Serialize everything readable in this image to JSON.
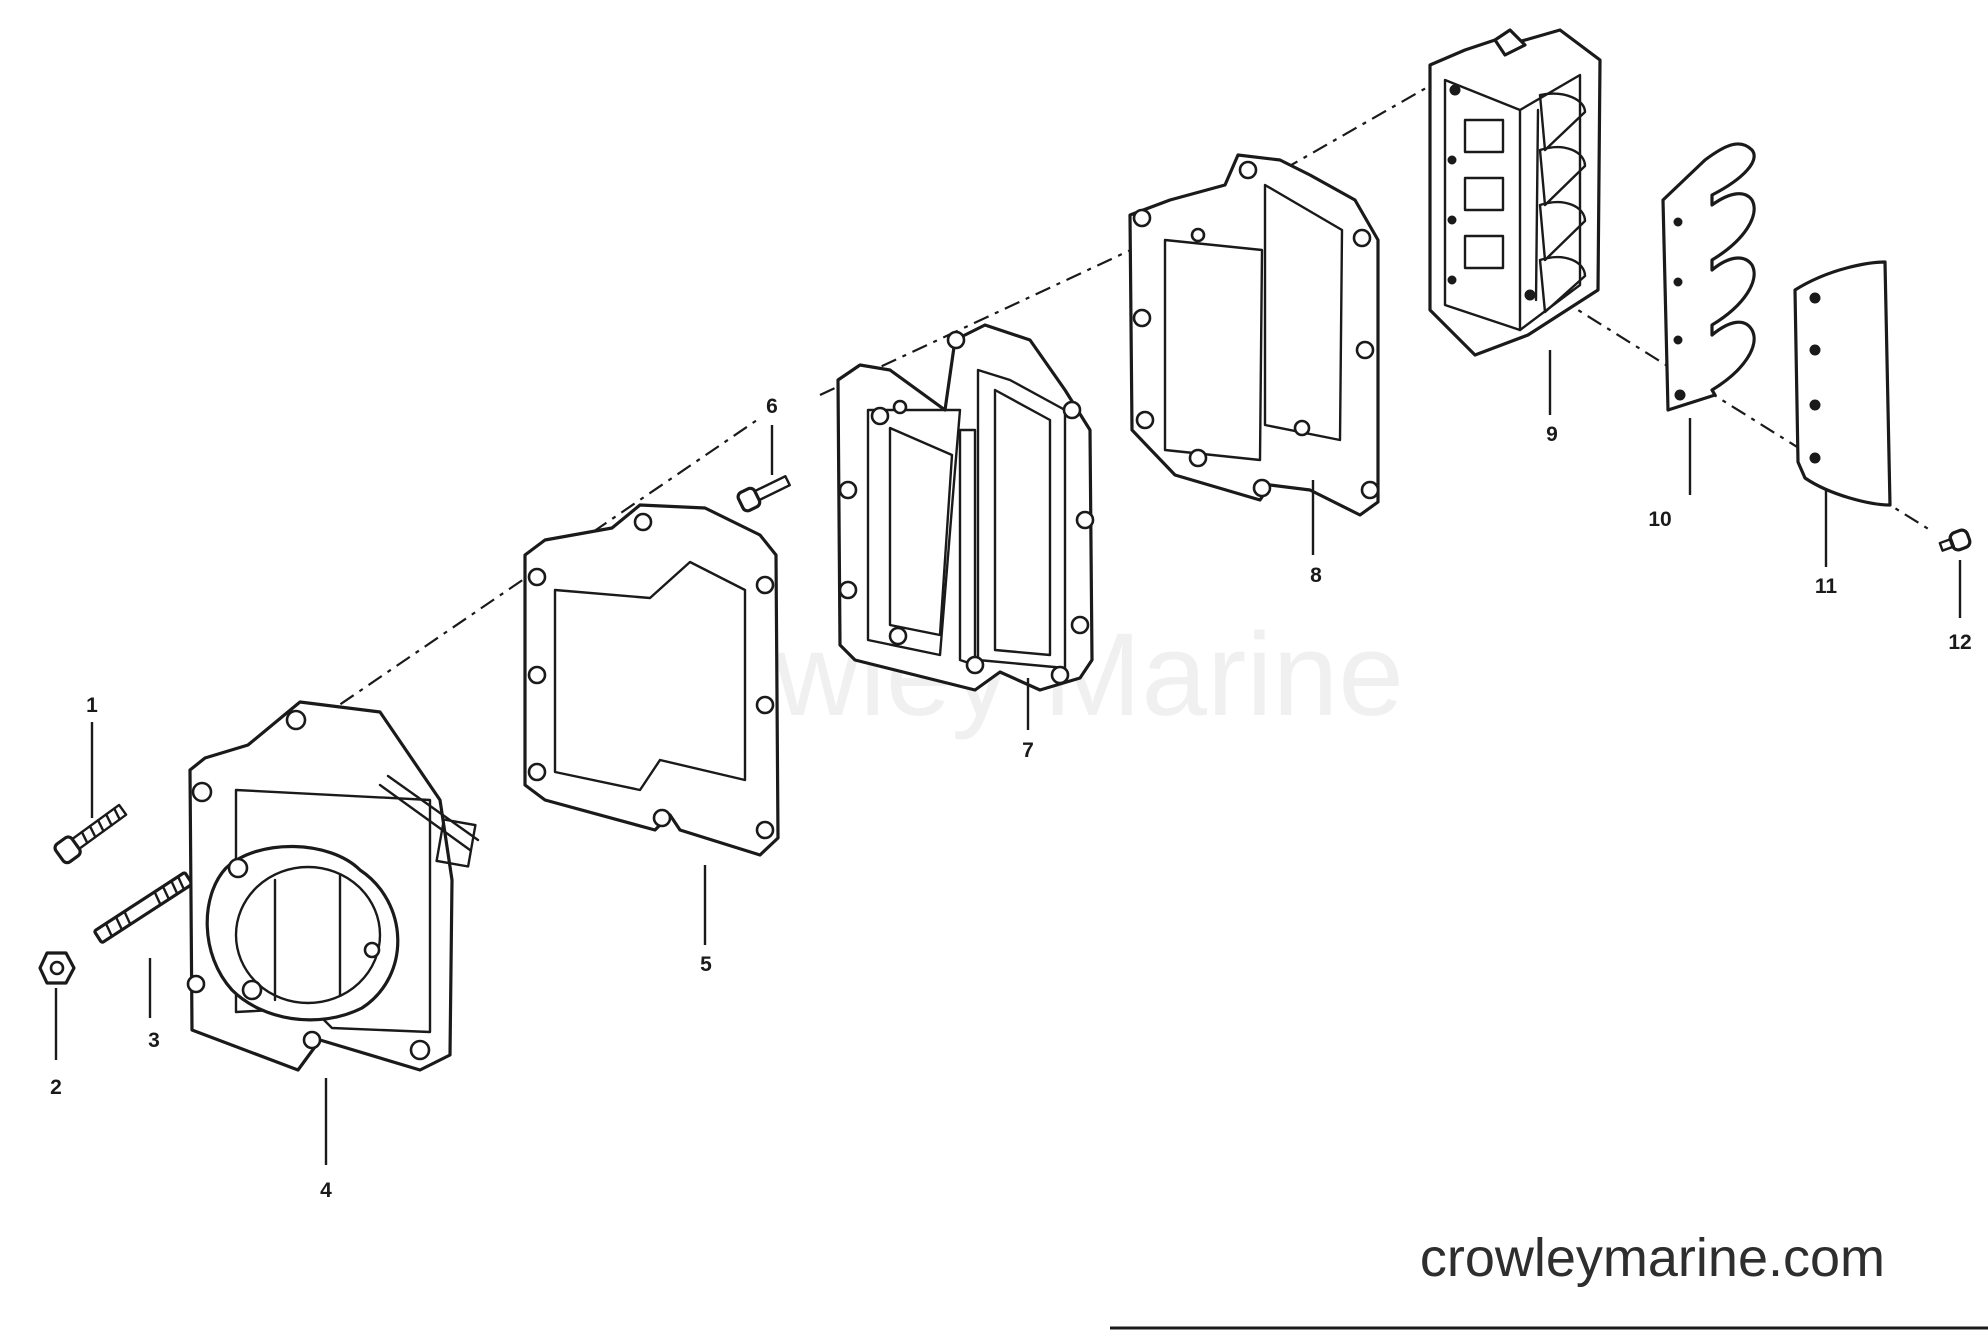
{
  "callouts": [
    "1",
    "2",
    "3",
    "4",
    "5",
    "6",
    "7",
    "8",
    "9",
    "10",
    "11",
    "12"
  ],
  "watermark": "Crowley Marine",
  "site_url": "crowleymarine.com"
}
